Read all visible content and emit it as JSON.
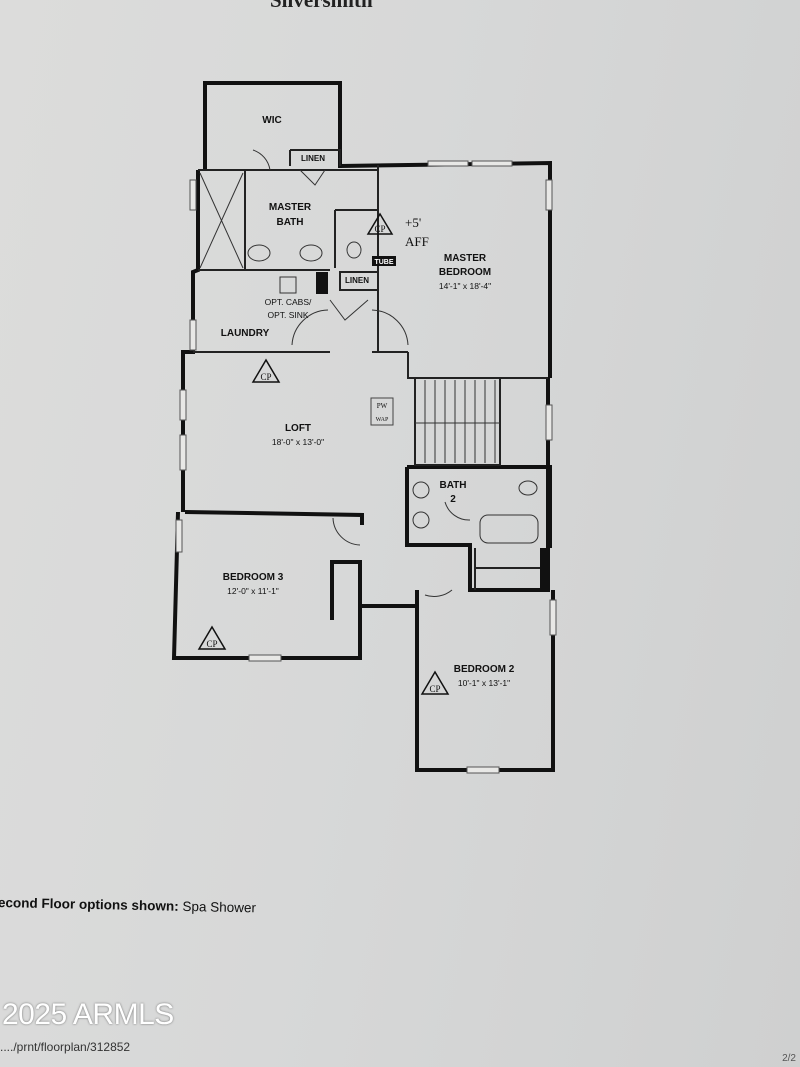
{
  "document": {
    "title": "Silversmith",
    "options_label": "econd Floor options shown:",
    "options_value": "Spa Shower",
    "url_fragment": "..../prnt/floorplan/312852",
    "page": "2/2",
    "watermark": "2025 ARMLS"
  },
  "rooms": {
    "wic": {
      "name": "WIC"
    },
    "linen_top": {
      "name": "LINEN"
    },
    "master_bath": {
      "name_1": "MASTER",
      "name_2": "BATH"
    },
    "master_bedroom": {
      "name_1": "MASTER",
      "name_2": "BEDROOM",
      "dims": "14'-1\" x 18'-4\""
    },
    "laundry": {
      "name": "LAUNDRY",
      "note_1": "OPT. CABS/",
      "note_2": "OPT. SINK"
    },
    "linen_mid": {
      "name": "LINEN"
    },
    "loft": {
      "name": "LOFT",
      "dims": "18'-0\" x 13'-0\""
    },
    "bath2": {
      "name_1": "BATH",
      "name_2": "2"
    },
    "bedroom3": {
      "name": "BEDROOM 3",
      "dims": "12'-0\" x 11'-1\""
    },
    "bedroom2": {
      "name": "BEDROOM 2",
      "dims": "10'-1\" x 13'-1\""
    }
  },
  "annotations": {
    "cp": "CP",
    "aff_1": "+5'",
    "aff_2": "AFF",
    "tube": "TUBE",
    "pw": "PW",
    "wap": "WAP"
  }
}
